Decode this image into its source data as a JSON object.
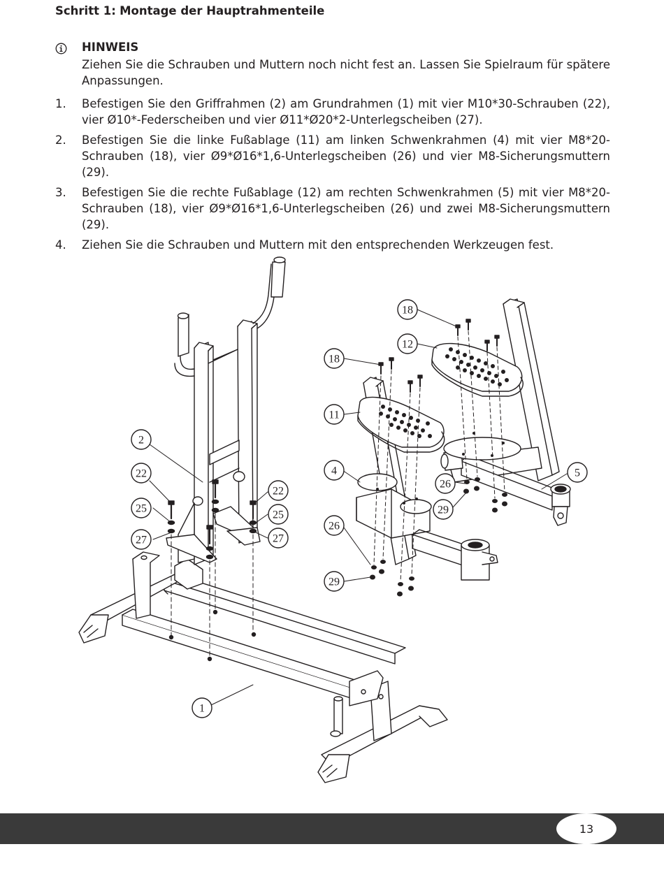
{
  "heading": {
    "step": "Schritt 1:",
    "title": "Montage der Hauptrahmenteile"
  },
  "notice": {
    "icon": "info-circle-icon",
    "title": "HINWEIS",
    "text": "Ziehen Sie die Schrauben und Muttern noch nicht fest an. Lassen Sie Spielraum für spätere Anpassungen."
  },
  "steps": [
    {
      "num": "1.",
      "text": "Befestigen Sie den Griffrahmen (2) am Grundrahmen (1) mit vier M10*30-Schrauben (22), vier Ø10*-Federscheiben und vier Ø11*Ø20*2-Unterlegscheiben (27)."
    },
    {
      "num": "2.",
      "text": "Befestigen Sie die linke Fußablage (11) am linken Schwenkrahmen (4) mit vier M8*20-Schrauben (18), vier Ø9*Ø16*1,6-Unterlegscheiben (26) und vier M8-Sicherungsmuttern (29)."
    },
    {
      "num": "3.",
      "text": "Befestigen Sie die rechte Fußablage (12) am rechten Schwenkrahmen (5) mit vier M8*20-Schrauben (18), vier Ø9*Ø16*1,6-Unterlegscheiben (26) und zwei M8-Sicherungsmuttern (29)."
    },
    {
      "num": "4.",
      "text": "Ziehen Sie die Schrauben und Muttern mit den entsprechenden Werkzeugen fest."
    }
  ],
  "figure": {
    "callouts": {
      "c1": "1",
      "c2": "2",
      "c22a": "22",
      "c25a": "25",
      "c27a": "27",
      "c22b": "22",
      "c25b": "25",
      "c27b": "27",
      "c18a": "18",
      "c12": "12",
      "c18b": "18",
      "c11": "11",
      "c4": "4",
      "c26a": "26",
      "c29a": "29",
      "c5": "5",
      "c26b": "26",
      "c29b": "29"
    }
  },
  "footer": {
    "page_number": "13"
  }
}
